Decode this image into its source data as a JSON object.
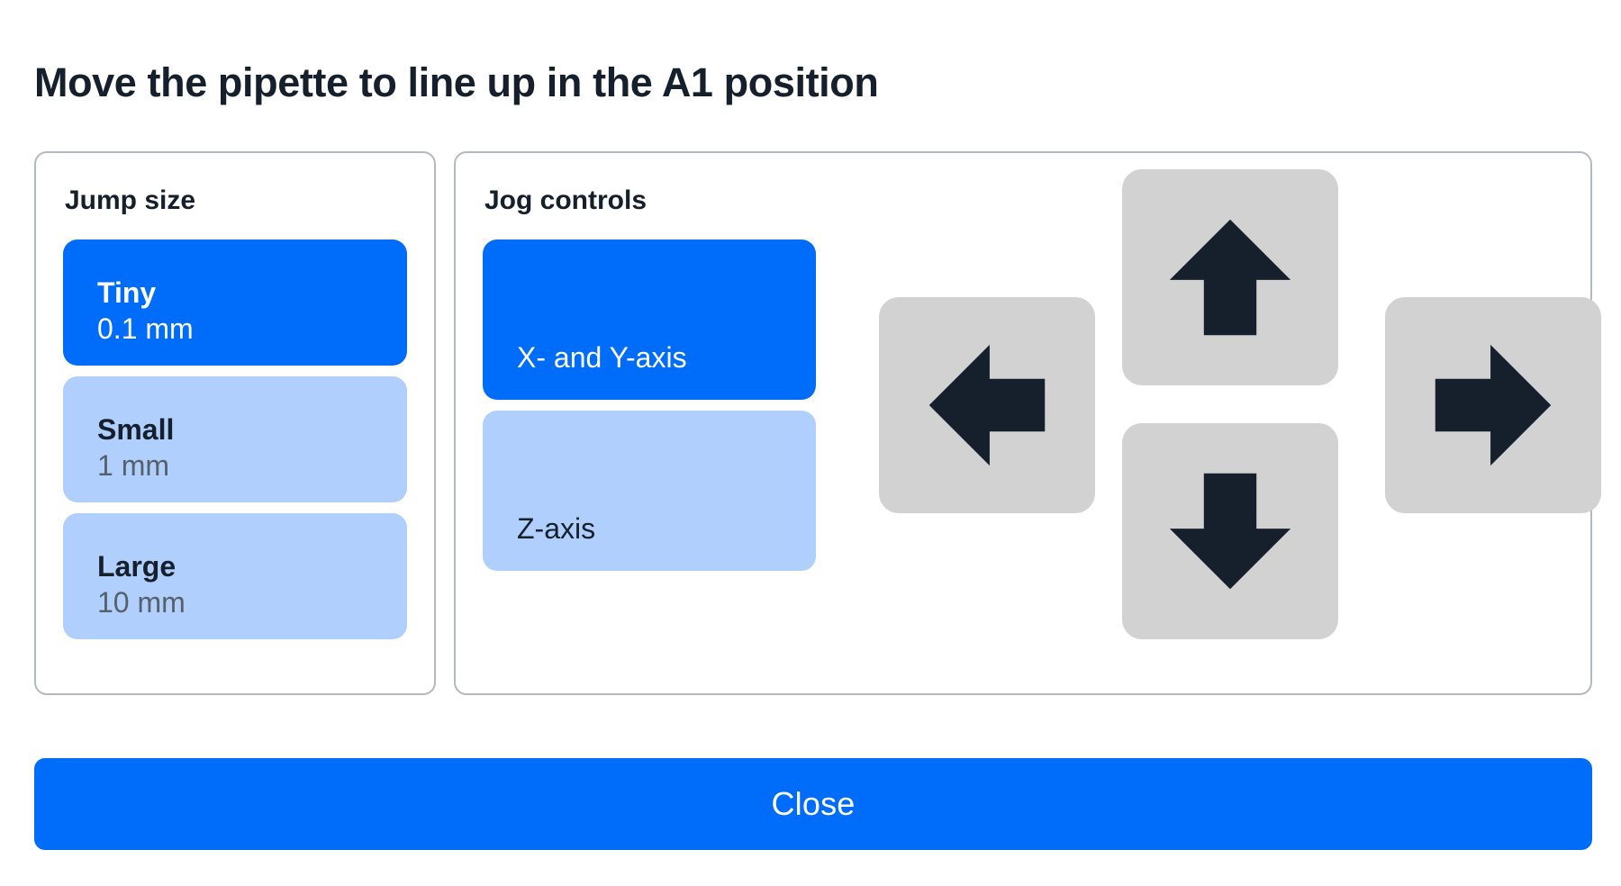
{
  "page": {
    "title": "Move the pipette to line up in the A1 position"
  },
  "jump_size": {
    "panel_title": "Jump size",
    "selected": "Tiny",
    "options": [
      {
        "name": "Tiny",
        "value": "0.1 mm",
        "selected": true
      },
      {
        "name": "Small",
        "value": "1 mm",
        "selected": false
      },
      {
        "name": "Large",
        "value": "10 mm",
        "selected": false
      }
    ]
  },
  "jog_controls": {
    "panel_title": "Jog controls",
    "selected_axis": "X- and Y-axis",
    "axes": [
      {
        "label": "X- and Y-axis",
        "selected": true
      },
      {
        "label": "Z-axis",
        "selected": false
      }
    ],
    "directions": [
      {
        "icon": "arrow-up-icon",
        "label": "Up"
      },
      {
        "icon": "arrow-down-icon",
        "label": "Down"
      },
      {
        "icon": "arrow-left-icon",
        "label": "Left"
      },
      {
        "icon": "arrow-right-icon",
        "label": "Right"
      }
    ]
  },
  "footer": {
    "close_label": "Close"
  },
  "colors": {
    "accent_blue": "#006CFA",
    "light_blue": "#B0CFFC",
    "dark_navy": "#16202D",
    "muted_text": "#56606B",
    "button_gray": "#D2D2D2",
    "panel_border": "#B4B9BE",
    "background": "#FFFFFF"
  }
}
